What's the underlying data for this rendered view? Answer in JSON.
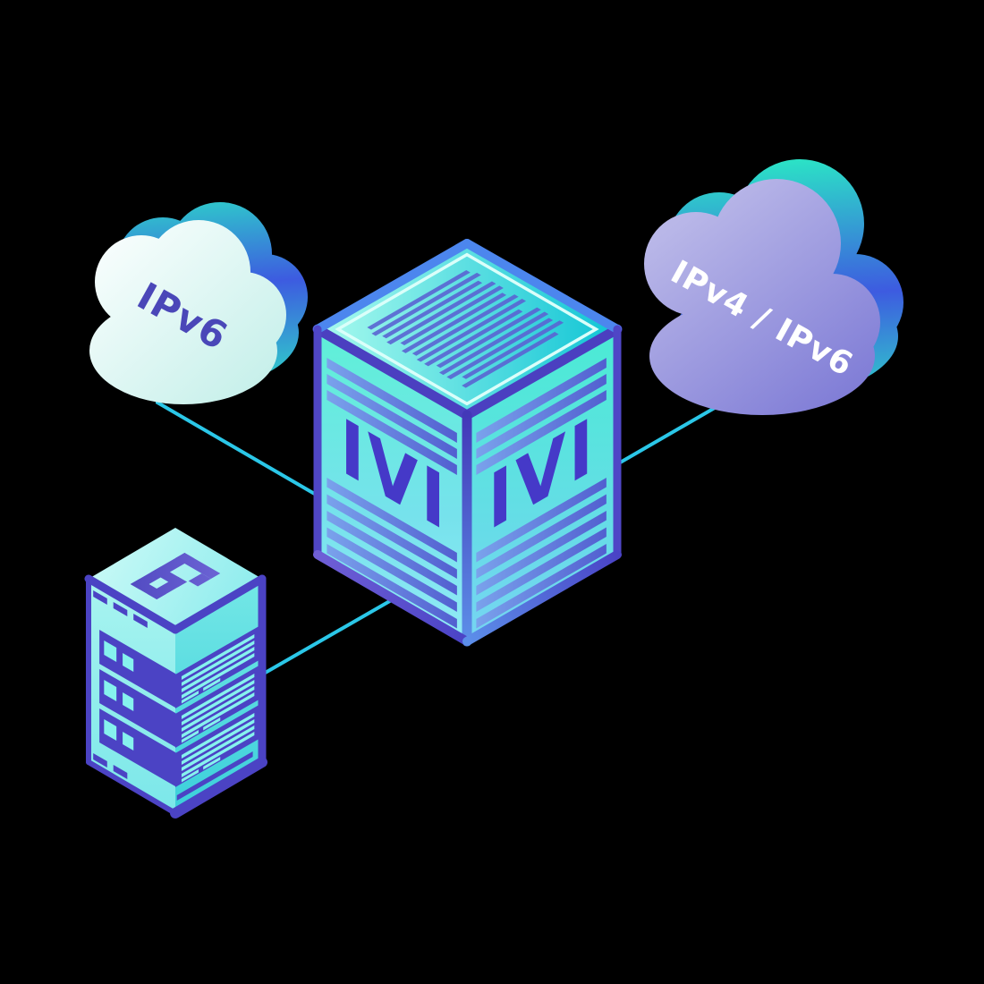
{
  "illustration": {
    "background_color": "#000000",
    "connection_color": "#2BC7E8",
    "ipv6_cloud": {
      "label": "IPv6",
      "label_color": "#4A47B8",
      "body_light": "#F4FCFA",
      "body_shade": "#C3EFE9",
      "accent_teal": "#2BE3C6",
      "accent_blue": "#3D5BE0"
    },
    "dual_stack_cloud": {
      "label": "IPv4 / IPv6",
      "label_color": "#FFFFFF",
      "body_light": "#B9B7E8",
      "body_shade": "#7F7CD6",
      "accent_teal": "#2BE3C6",
      "accent_blue": "#3D5BE0"
    },
    "ivi_box": {
      "left_label": "IVI",
      "right_label": "IVI",
      "letter_color": "#4539C8",
      "top_light": "#A9FAEE",
      "top_deep": "#0FC4D5",
      "edge_dark": "#4B3FC0",
      "edge_light": "#4C86EE",
      "stripe_color": "#5A64D2"
    },
    "server": {
      "label": "6",
      "label_color": "#5B54C8",
      "panel_color": "#4B43C4",
      "face_light": "#A9F4F0",
      "face_deep": "#3BCFDA"
    }
  }
}
